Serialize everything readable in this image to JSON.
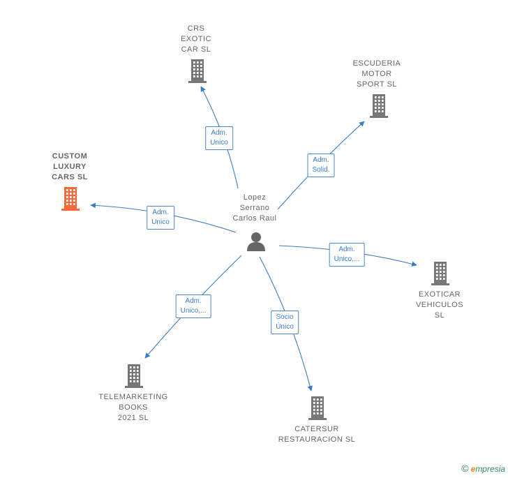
{
  "colors": {
    "edge": "#3a7cc4",
    "building": "#777777",
    "focus_building": "#f26b3a",
    "person": "#666666"
  },
  "center": {
    "label": "Lopez\nSerrano\nCarlos Raul",
    "icon": "person-icon"
  },
  "companies": [
    {
      "id": "crs",
      "label": "CRS\nEXOTIC\nCAR  SL",
      "focus": false,
      "icon": "building-icon"
    },
    {
      "id": "escuderia",
      "label": "ESCUDERIA\nMOTOR\nSPORT  SL",
      "focus": false,
      "icon": "building-icon"
    },
    {
      "id": "custom",
      "label": "CUSTOM\nLUXURY\nCARS  SL",
      "focus": true,
      "icon": "building-icon"
    },
    {
      "id": "exoticar",
      "label": "EXOTICAR\nVEHICULOS\nSL",
      "focus": false,
      "icon": "building-icon"
    },
    {
      "id": "telemarketing",
      "label": "TELEMARKETING\nBOOKS\n2021  SL",
      "focus": false,
      "icon": "building-icon"
    },
    {
      "id": "catersur",
      "label": "CATERSUR\nRESTAURACION SL",
      "focus": false,
      "icon": "building-icon"
    }
  ],
  "relations": [
    {
      "to": "crs",
      "label": "Adm.\nUnico"
    },
    {
      "to": "escuderia",
      "label": "Adm.\nSolid."
    },
    {
      "to": "custom",
      "label": "Adm.\nUnico"
    },
    {
      "to": "exoticar",
      "label": "Adm.\nUnico,..."
    },
    {
      "to": "telemarketing",
      "label": "Adm.\nUnico,..."
    },
    {
      "to": "catersur",
      "label": "Socio\nÚnico"
    }
  ],
  "brand": {
    "copyright": "©",
    "e": "e",
    "rest": "mpresia"
  }
}
